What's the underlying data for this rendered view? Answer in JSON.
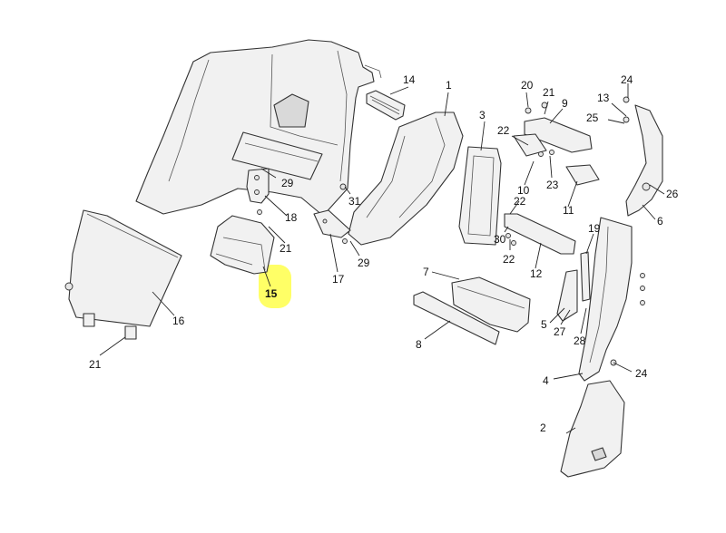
{
  "highlight": {
    "part_number": "15",
    "color": "#ffff66"
  },
  "callouts": [
    {
      "id": "c1",
      "label": "1"
    },
    {
      "id": "c2",
      "label": "2"
    },
    {
      "id": "c3",
      "label": "3"
    },
    {
      "id": "c4",
      "label": "4"
    },
    {
      "id": "c5",
      "label": "5"
    },
    {
      "id": "c6",
      "label": "6"
    },
    {
      "id": "c7",
      "label": "7"
    },
    {
      "id": "c8",
      "label": "8"
    },
    {
      "id": "c9",
      "label": "9"
    },
    {
      "id": "c10",
      "label": "10"
    },
    {
      "id": "c11",
      "label": "11"
    },
    {
      "id": "c12",
      "label": "12"
    },
    {
      "id": "c13",
      "label": "13"
    },
    {
      "id": "c14",
      "label": "14"
    },
    {
      "id": "c15",
      "label": "15"
    },
    {
      "id": "c16",
      "label": "16"
    },
    {
      "id": "c17",
      "label": "17"
    },
    {
      "id": "c18",
      "label": "18"
    },
    {
      "id": "c19",
      "label": "19"
    },
    {
      "id": "c20",
      "label": "20"
    },
    {
      "id": "c21a",
      "label": "21"
    },
    {
      "id": "c21b",
      "label": "21"
    },
    {
      "id": "c21c",
      "label": "21"
    },
    {
      "id": "c22a",
      "label": "22"
    },
    {
      "id": "c22b",
      "label": "22"
    },
    {
      "id": "c22c",
      "label": "22"
    },
    {
      "id": "c23",
      "label": "23"
    },
    {
      "id": "c24a",
      "label": "24"
    },
    {
      "id": "c24b",
      "label": "24"
    },
    {
      "id": "c25",
      "label": "25"
    },
    {
      "id": "c26",
      "label": "26"
    },
    {
      "id": "c27",
      "label": "27"
    },
    {
      "id": "c28",
      "label": "28"
    },
    {
      "id": "c29a",
      "label": "29"
    },
    {
      "id": "c29b",
      "label": "29"
    },
    {
      "id": "c30",
      "label": "30"
    },
    {
      "id": "c31",
      "label": "31"
    }
  ]
}
